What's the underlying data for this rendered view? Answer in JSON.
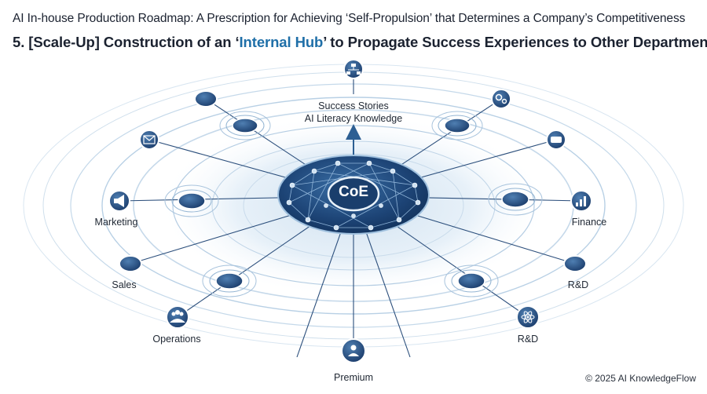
{
  "header": {
    "line1": "AI In-house Production Roadmap: A Prescription for Achieving ‘Self-Propulsion’ that Determines a Company’s Competitiveness",
    "line2_pre": "5. [Scale-Up] Construction of an ‘",
    "line2_highlight": "Internal Hub",
    "line2_post": "’ to Propagate Success Experiences to Other Departments"
  },
  "hub": {
    "label": "CoE",
    "caption_line1": "Success Stories",
    "caption_line2": "AI Literacy Knowledge"
  },
  "departments": {
    "marketing": "Marketing",
    "sales": "Sales",
    "operations": "Operations",
    "premium": "Premium",
    "rnd_bottom": "R&D",
    "rnd_right": "R&D",
    "finance": "Finance"
  },
  "footer": {
    "copyright": "© 2025 AI KnowledgeFlow"
  },
  "colors": {
    "accent": "#1f6fa8",
    "node_dark": "#1d3f6e",
    "node_light": "#3b6ea3",
    "ring": "#bcd3e6",
    "glow": "#dbe9f4"
  }
}
